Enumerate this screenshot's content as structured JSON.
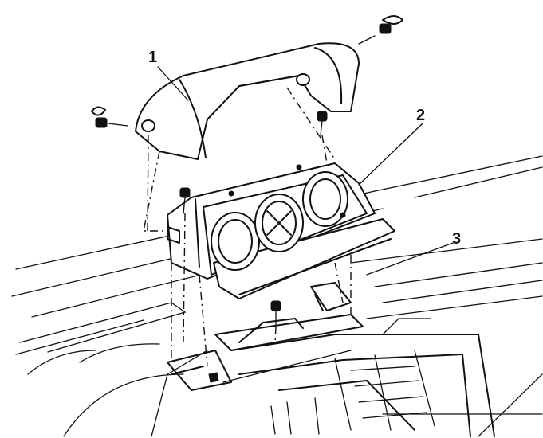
{
  "callouts": [
    {
      "label": "1"
    },
    {
      "label": "2"
    },
    {
      "label": "3"
    }
  ],
  "colors": {
    "ink": "#111111",
    "paper": "#ffffff"
  }
}
